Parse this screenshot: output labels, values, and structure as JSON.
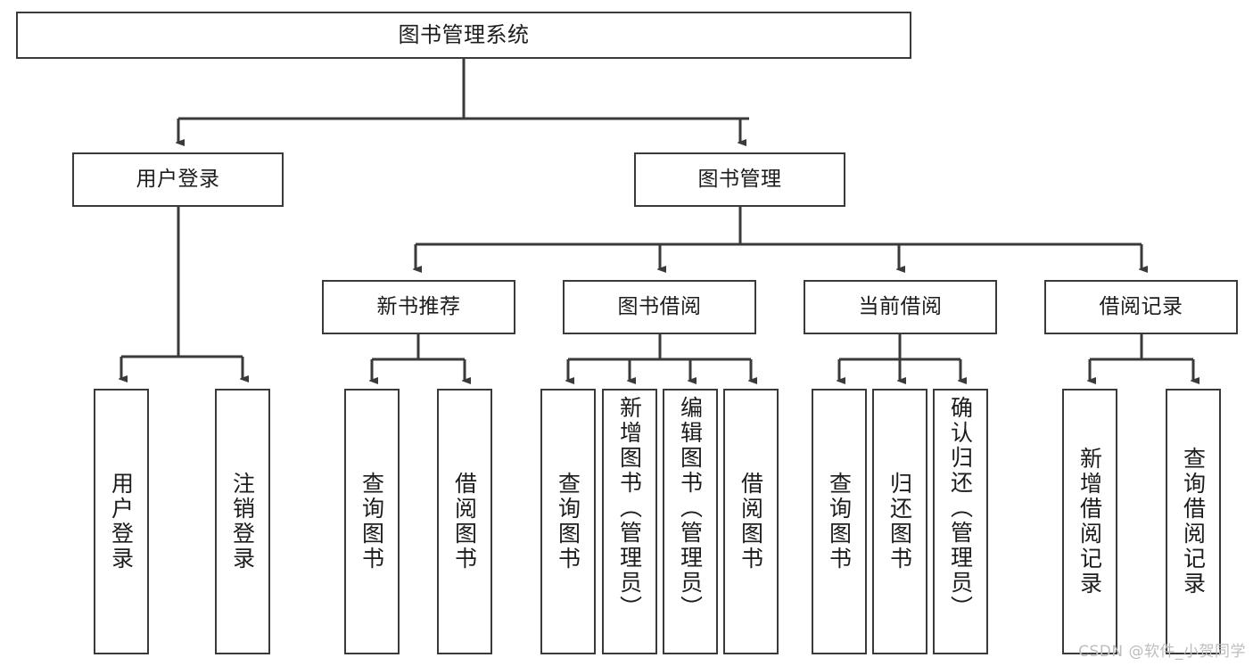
{
  "diagram": {
    "title": "图书管理系统",
    "type": "tree-hierarchy",
    "root": {
      "label": "图书管理系统"
    },
    "level2": [
      {
        "label": "用户登录"
      },
      {
        "label": "图书管理"
      }
    ],
    "level3": [
      {
        "label": "新书推荐"
      },
      {
        "label": "图书借阅"
      },
      {
        "label": "当前借阅"
      },
      {
        "label": "借阅记录"
      }
    ],
    "leaves": {
      "user_login": [
        {
          "label": "用户登录"
        },
        {
          "label": "注销登录"
        }
      ],
      "new_book_recommend": [
        {
          "label": "查询图书"
        },
        {
          "label": "借阅图书"
        }
      ],
      "book_borrow": [
        {
          "label": "查询图书"
        },
        {
          "label": "新增图书（管理员）"
        },
        {
          "label": "编辑图书（管理员）"
        },
        {
          "label": "借阅图书"
        }
      ],
      "current_borrow": [
        {
          "label": "查询图书"
        },
        {
          "label": "归还图书"
        },
        {
          "label": "确认归还（管理员）"
        }
      ],
      "borrow_record": [
        {
          "label": "新增借阅记录"
        },
        {
          "label": "查询借阅记录"
        }
      ]
    }
  },
  "watermark": {
    "text": "CSDN @软件_小贺同学"
  },
  "colors": {
    "stroke": "#3a3a3a",
    "background": "#ffffff",
    "text": "#1c1c1c",
    "watermark": "#bdbdbd"
  }
}
